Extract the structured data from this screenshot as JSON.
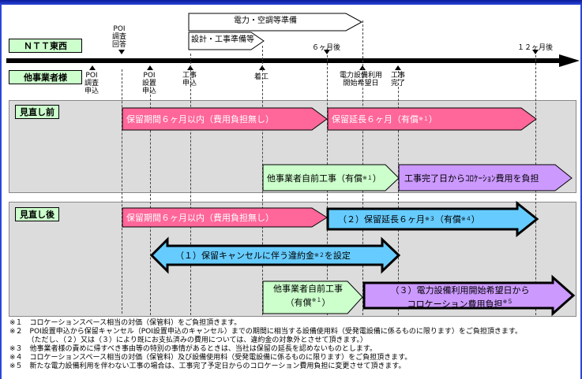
{
  "top_labels": {
    "power_prep": "電力・空調等準備",
    "design_prep": "設計・工事準備等"
  },
  "parties": {
    "ntt": "ＮＴＴ東西",
    "others": "他事業者様"
  },
  "upper_events": [
    {
      "id": "poi-reply",
      "text": "POI\n調査\n回答"
    },
    {
      "id": "6m",
      "text": "６ヶ月後"
    },
    {
      "id": "12m",
      "text": "１２ヶ月後"
    }
  ],
  "lower_events": [
    {
      "id": "poi-survey-app",
      "text": "POI\n調査\n申込"
    },
    {
      "id": "poi-install-app",
      "text": "POI\n設置\n申込"
    },
    {
      "id": "work-app",
      "text": "工事\n申込"
    },
    {
      "id": "start",
      "text": "着工"
    },
    {
      "id": "power-date",
      "text": "電力設備利用\n開始希望日"
    },
    {
      "id": "work-done",
      "text": "工事\n完了"
    }
  ],
  "before": {
    "title": "見直し前",
    "reserve": "保留期間６ヶ月以内（費用負担無し）",
    "extend_prefix": "保留延長６ヶ月（有償",
    "extend_sup": "※１",
    "extend_suffix": "）",
    "self_work_prefix": "他事業者自前工事（有償",
    "self_work_sup": "※１",
    "self_work_suffix": "）",
    "colo_burden": "工事完了日からｺﾛｹｰｼｮﾝ費用を負担"
  },
  "after": {
    "title": "見直し後",
    "reserve": "保留期間６ヶ月以内（費用負担無し）",
    "extend_prefix": "（２）保留延長６ヶ月",
    "extend_sup1": "※３",
    "extend_mid": "（有償",
    "extend_sup2": "※４",
    "extend_suffix": "）",
    "penalty_prefix": "（１）保留キャンセルに伴う違約金",
    "penalty_sup": "※２",
    "penalty_suffix": "を設定",
    "self_work_line1": "他事業者自前工事",
    "self_work_line2_prefix": "（有償",
    "self_work_sup": "※１",
    "self_work_line2_suffix": "）",
    "colo_line1": "（３）電力設備利用開始希望日から",
    "colo_line2_prefix": "コロケーション費用負担",
    "colo_sup": "※５"
  },
  "footnotes": [
    "※１　コロケーションスペース相当の対価（保管料）をご負担頂きます。",
    "※２　POI設置申込から保留キャンセル（POI設置申込のキャンセル）までの期間に相当する設備使用料（受発電設備に係るものに限ります）をご負担頂きます。",
    "　　　（ただし、（２）又は（３）により既にお支払済みの費用については、違約金の対象外とさせて頂きます。）",
    "※３　他事業者様の責めに帰すべき事由等の特別の事情があるときは、当社は保留の延長を認めないものとします。",
    "※４　コロケーションスペース相当の対価（保管料）及び設備使用料（受発電設備に係るものに限ります）をご負担頂きます。",
    "※５　新たな電力設備利用を伴わない工事の場合は、工事完了予定日からのコロケーション費用負担に変更させて頂きます。"
  ],
  "colors": {
    "pink": "#ff6699",
    "green": "#ccffcc",
    "purple": "#cc99ff",
    "blue": "#66ccff",
    "panel": "#dcdcdc"
  }
}
